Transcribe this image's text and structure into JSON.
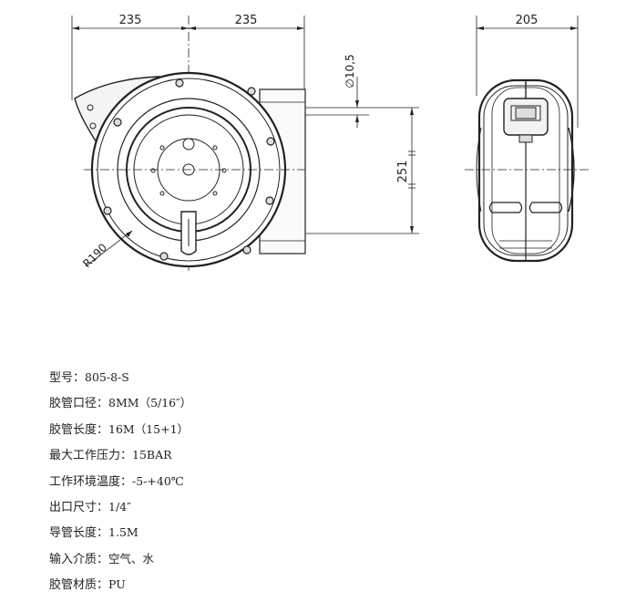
{
  "drawing": {
    "dimensions": {
      "half_width_left": "235",
      "half_width_right": "235",
      "side_width": "205",
      "hose_diameter": "∅10,5",
      "mount_height": "251",
      "radius": "R190"
    }
  },
  "specs": [
    {
      "key": "型号：",
      "value": "805-8-S"
    },
    {
      "key": "胶管口径：",
      "value": "8MM（5/16″）"
    },
    {
      "key": "胶管长度：",
      "value": "16M（15+1）"
    },
    {
      "key": "最大工作压力：",
      "value": "15BAR"
    },
    {
      "key": "工作环境温度：",
      "value": "-5-+40℃"
    },
    {
      "key": "出口尺寸：",
      "value": "1/4″"
    },
    {
      "key": "导管长度：",
      "value": "1.5M"
    },
    {
      "key": "输入介质：",
      "value": "空气、水"
    },
    {
      "key": "胶管材质：",
      "value": "PU"
    }
  ]
}
